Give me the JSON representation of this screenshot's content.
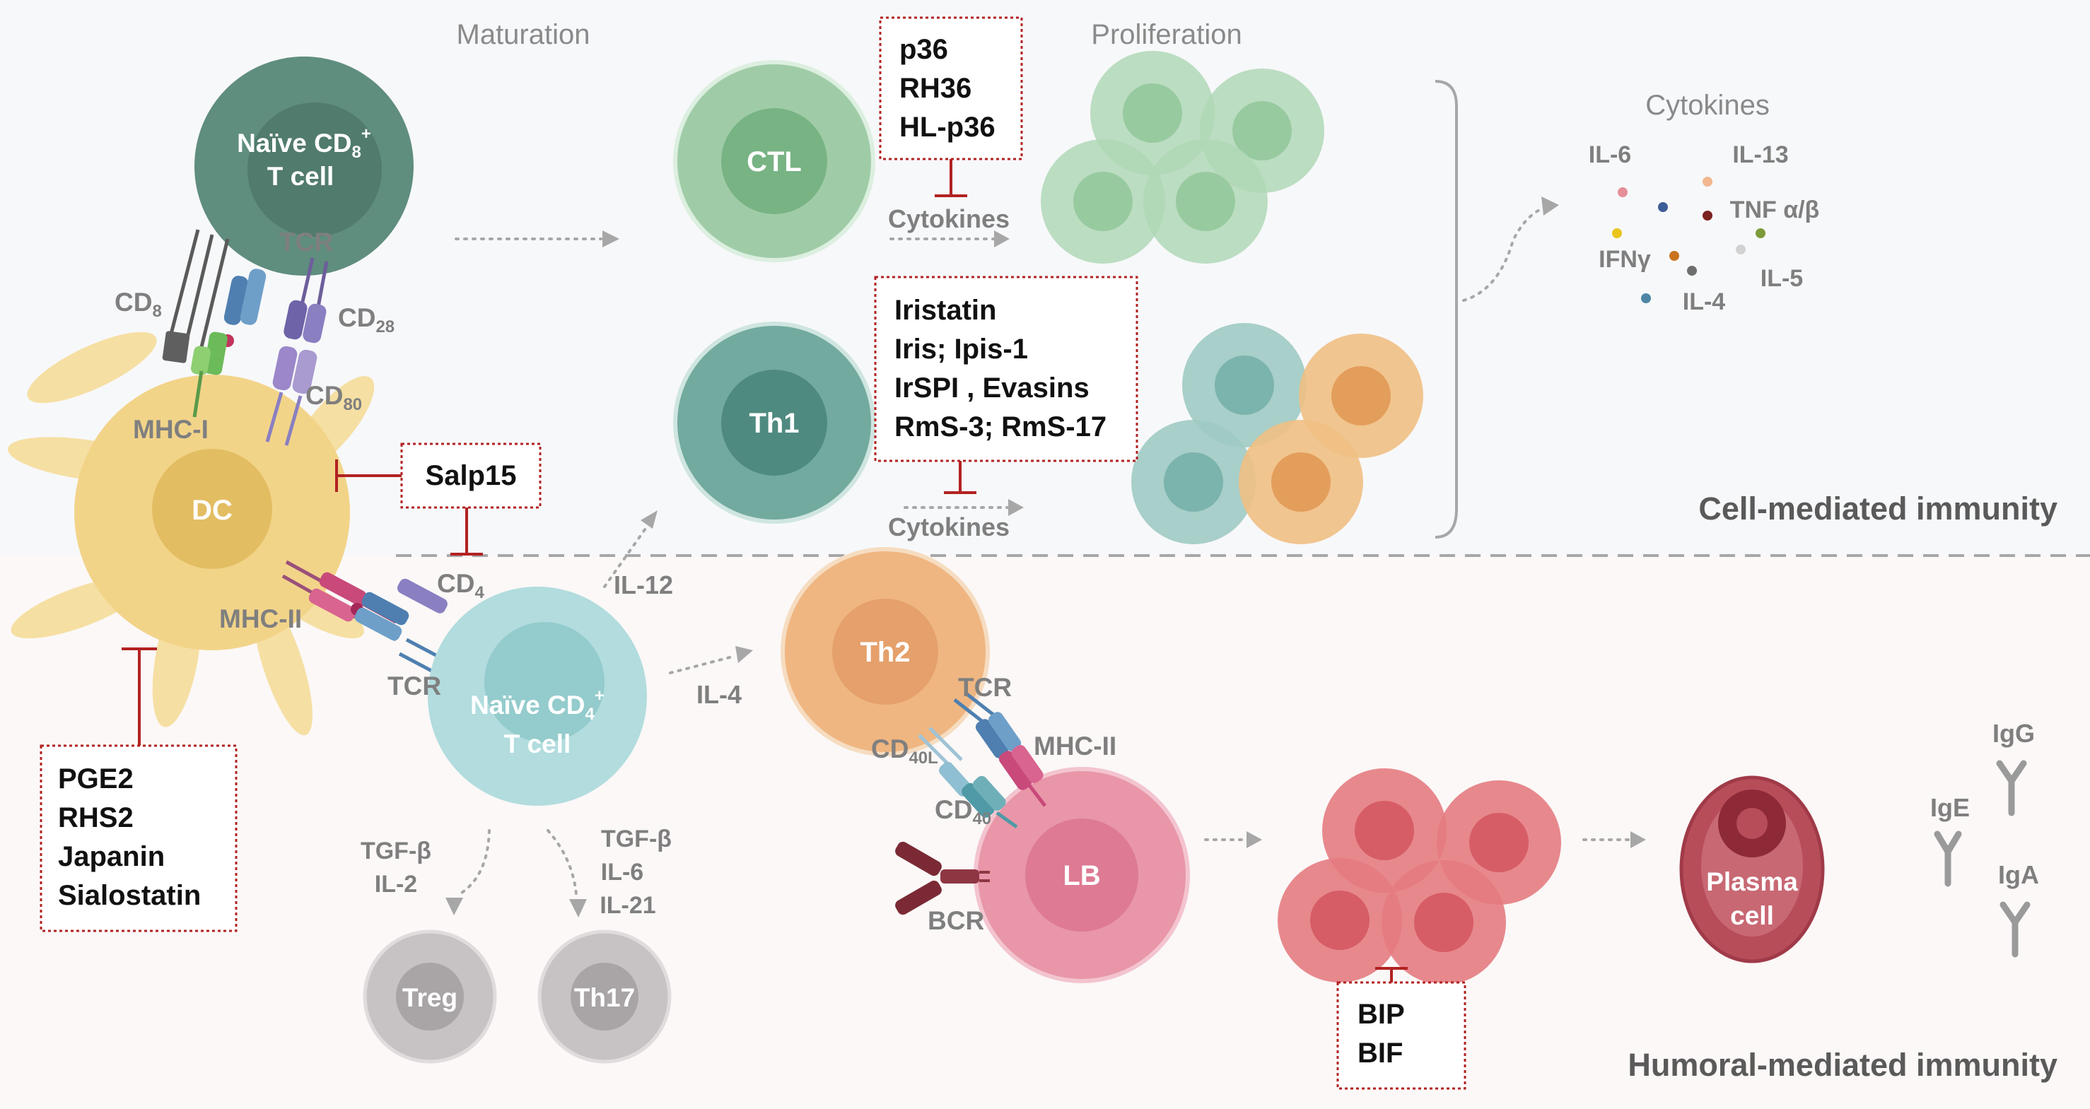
{
  "colors": {
    "inhibitor": "#b22222",
    "cd8_cell": "#5f8d7e",
    "ctl": "#9fcca7",
    "th1": "#72aa9f",
    "dc": "#f2d489",
    "cd4_cell": "#b2dcde",
    "th2": "#efb681",
    "lb": "#e896a8",
    "b_prolif": "#e47b81",
    "plasma": "#b84d5a",
    "gray_cell": "#c7c3c4"
  },
  "headers": {
    "maturation": "Maturation",
    "proliferation": "Proliferation",
    "cytokines_title": "Cytokines"
  },
  "sections": {
    "cell_mediated": "Cell-mediated immunity",
    "humoral": "Humoral-mediated immunity"
  },
  "cells": {
    "cd8_line1_main": "Naïve CD",
    "cd8_line1_sub": "8",
    "cd8_line1_sup": "+",
    "cd8_line2": "T cell",
    "ctl": "CTL",
    "th1": "Th1",
    "dc": "DC",
    "cd4_line1_main": "Naïve CD",
    "cd4_line1_sub": "4",
    "cd4_line1_sup": "+",
    "cd4_line2": "T cell",
    "th2": "Th2",
    "lb": "LB",
    "plasma_line1": "Plasma",
    "plasma_line2": "cell",
    "treg": "Treg",
    "th17": "Th17"
  },
  "receptors": {
    "tcr_top": "TCR",
    "cd8_main": "CD",
    "cd8_sub": "8",
    "cd28_main": "CD",
    "cd28_sub": "28",
    "cd80_main": "CD",
    "cd80_sub": "80",
    "mhc1": "MHC-I",
    "cd4_main": "CD",
    "cd4_sub": "4",
    "mhc2_dc": "MHC-II",
    "tcr_cd4": "TCR",
    "tcr_th2": "TCR",
    "cd40l_main": "CD",
    "cd40l_sub": "40L",
    "mhc2_lb": "MHC-II",
    "cd40_main": "CD",
    "cd40_sub": "40",
    "bcr": "BCR"
  },
  "signals": {
    "cytokines_ctl": "Cytokines",
    "cytokines_th1": "Cytokines",
    "il12": "IL-12",
    "il4": "IL-4",
    "treg_inducers": [
      "TGF-β",
      "IL-2"
    ],
    "th17_inducers": [
      "TGF-β",
      "IL-6",
      "IL-21"
    ]
  },
  "cytokine_cloud": {
    "labels": [
      "IL-6",
      "IL-13",
      "TNF α/β",
      "IFNγ",
      "IL-5",
      "IL-4"
    ]
  },
  "antibodies": [
    "IgG",
    "IgE",
    "IgA"
  ],
  "inhibitors": {
    "ctl_box": [
      "p36",
      "RH36",
      "HL-p36"
    ],
    "th1_box": [
      "Iristatin",
      "Iris; Ipis-1",
      "IrSPI , Evasins",
      "RmS-3; RmS-17"
    ],
    "dc_box": [
      "Salp15"
    ],
    "dc_bottom_box": [
      "PGE2",
      "RHS2",
      "Japanin",
      "Sialostatin"
    ],
    "b_box": [
      "BIP",
      "BIF"
    ]
  }
}
